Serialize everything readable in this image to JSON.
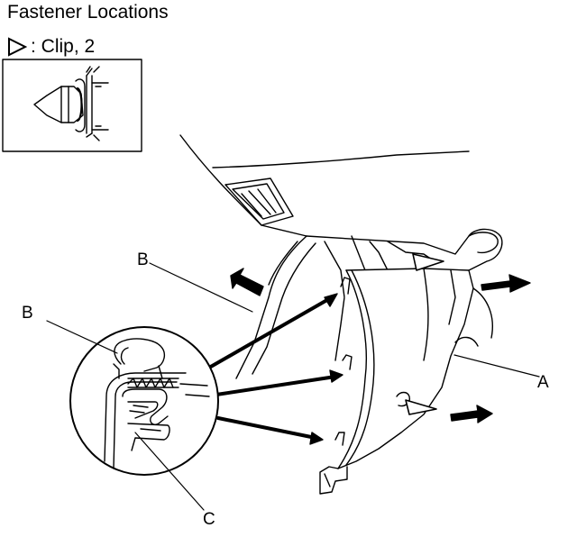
{
  "title": "Fastener Locations",
  "legend": {
    "symbol": "clip-triangle",
    "text": ": Clip, 2"
  },
  "labels": {
    "b_top": "B",
    "b_left": "B",
    "a": "A",
    "c": "C"
  }
}
